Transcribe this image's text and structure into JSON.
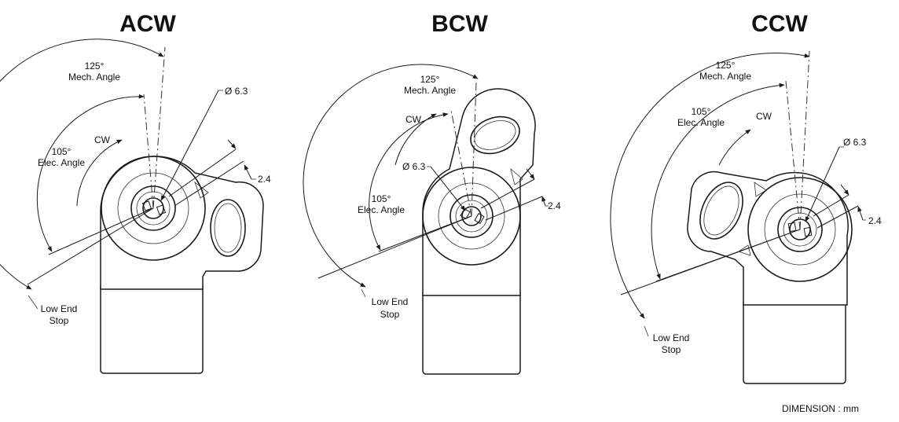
{
  "units_note": "DIMENSION : mm",
  "views": [
    {
      "id": "acw",
      "title": "ACW",
      "mech_angle_value": "125°",
      "mech_angle_text": "Mech. Angle",
      "elec_angle_value": "105°",
      "elec_angle_text": "Elec. Angle",
      "rotation_label": "CW",
      "diameter_label": "Ø 6.3",
      "width_label": "2.4",
      "stop_label_line1": "Low End",
      "stop_label_line2": "Stop"
    },
    {
      "id": "bcw",
      "title": "BCW",
      "mech_angle_value": "125°",
      "mech_angle_text": "Mech. Angle",
      "elec_angle_value": "105°",
      "elec_angle_text": "Elec. Angle",
      "rotation_label": "CW",
      "diameter_label": "Ø 6.3",
      "width_label": "2.4",
      "stop_label_line1": "Low End",
      "stop_label_line2": "Stop"
    },
    {
      "id": "ccw",
      "title": "CCW",
      "mech_angle_value": "125°",
      "mech_angle_text": "Mech. Angle",
      "elec_angle_value": "105°",
      "elec_angle_text": "Elec. Angle",
      "rotation_label": "CW",
      "diameter_label": "Ø 6.3",
      "width_label": "2.4",
      "stop_label_line1": "Low End",
      "stop_label_line2": "Stop"
    }
  ]
}
